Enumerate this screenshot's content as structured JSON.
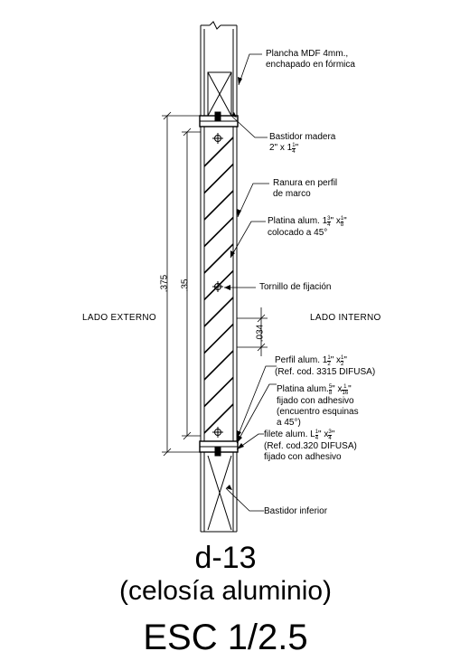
{
  "labels": {
    "plancha_1": "Plancha MDF 4mm.,",
    "plancha_2": "enchapado en fórmica",
    "bastidor_1": "Bastidor madera",
    "bastidor_2_pre": "2\" x 1",
    "bastidor_frac_n": "1",
    "bastidor_frac_d": "4",
    "bastidor_2_post": "\"",
    "ranura_1": "Ranura en perfil",
    "ranura_2": "de marco",
    "platina_1_pre": "Platina alum. 1",
    "platina_1_f1n": "3",
    "platina_1_f1d": "4",
    "platina_1_mid": "\" x",
    "platina_1_f2n": "1",
    "platina_1_f2d": "8",
    "platina_1_post": "\"",
    "platina_2": "colocado a 45°",
    "tornillo": "Tornillo de fijación",
    "perfil_1_pre": "Perfil alum. 1",
    "perfil_1_f1n": "1",
    "perfil_1_f1d": "2",
    "perfil_1_mid": "\" x",
    "perfil_1_f2n": "1",
    "perfil_1_f2d": "2",
    "perfil_1_post": "\"",
    "perfil_2": "(Ref. cod. 3315 DIFUSA)",
    "platina_b_1_pre": "Platina alum.",
    "platina_b_1_f1n": "5",
    "platina_b_1_f1d": "8",
    "platina_b_1_mid": "\" x",
    "platina_b_1_f2n": "1",
    "platina_b_1_f2d": "16",
    "platina_b_1_post": "\"",
    "platina_b_2": "fijado con adhesivo",
    "platina_b_3": "(encuentro esquinas",
    "platina_b_4": "a 45°)",
    "filete_1_pre": "filete alum. L",
    "filete_1_f1n": "1",
    "filete_1_f1d": "4",
    "filete_1_mid": "\" x",
    "filete_1_f2n": "3",
    "filete_1_f2d": "4",
    "filete_1_post": "\"",
    "filete_2": "(Ref. cod.320 DIFUSA)",
    "filete_3": "fijado con adhesivo",
    "bastidor_inf": "Bastidor inferior",
    "lado_externo": "LADO EXTERNO",
    "lado_interno": "LADO INTERNO"
  },
  "dimensions": {
    "overall": ".375",
    "inner": ".35",
    "spacing": ".034"
  },
  "title": {
    "code": "d-13",
    "name": "(celosía aluminio)",
    "scale": "ESC 1/2.5"
  }
}
